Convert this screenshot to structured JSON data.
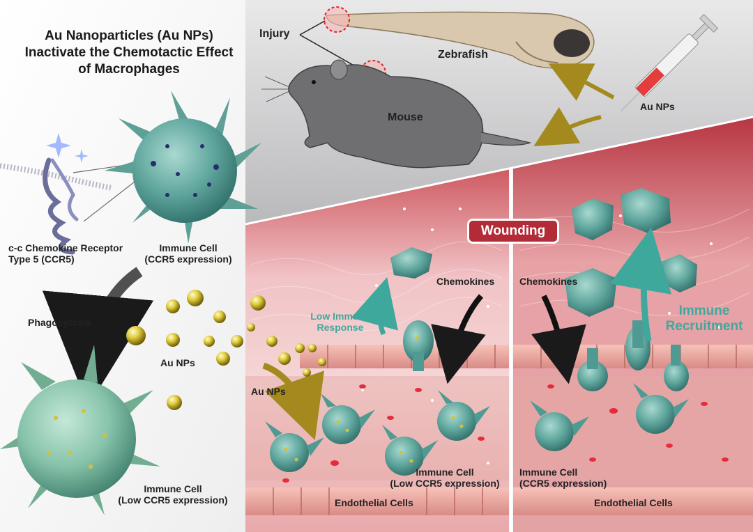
{
  "title": {
    "line1": "Au Nanoparticles (Au NPs)",
    "line2": "Inactivate the Chemotactic Effect",
    "line3": "of Macrophages"
  },
  "labels": {
    "receptor_line1": "c-c Chemokine Receptor",
    "receptor_line2": "Type 5  (CCR5)",
    "immune_cell_line1": "Immune Cell",
    "immune_cell_line2": "(CCR5 expression)",
    "phagocytosis": "Phagocytosis",
    "au_nps_left": "Au NPs",
    "immune_low_line1": "Immune Cell",
    "immune_low_line2": "(Low CCR5 expression)",
    "injury": "Injury",
    "zebrafish": "Zebrafish",
    "mouse": "Mouse",
    "au_nps_syringe": "Au NPs",
    "wounding": "Wounding",
    "chemokines_mid": "Chemokines",
    "low_immune_line1": "Low Immune",
    "low_immune_line2": "Response",
    "au_nps_mid": "Au NPs",
    "mid_immune_line1": "Immune Cell",
    "mid_immune_line2": "(Low CCR5 expression)",
    "endothelial_mid": "Endothelial Cells",
    "chemokines_right": "Chemokines",
    "immune_recruit_line1": "Immune",
    "immune_recruit_line2": "Recruitment",
    "right_immune_line1": "Immune Cell",
    "right_immune_line2": "(CCR5 expression)",
    "endothelial_right": "Endothelial Cells"
  },
  "colors": {
    "cell_teal": "#4f9a93",
    "cell_light": "#7fc0b5",
    "gold": "#c9b21c",
    "tissue_red": "#b32b37",
    "accent_teal": "#3fa89c",
    "arrow_gold": "#a48a1e"
  },
  "icons": {
    "syringe": "syringe-icon",
    "mouse": "mouse-illustration",
    "zebrafish": "zebrafish-illustration"
  }
}
